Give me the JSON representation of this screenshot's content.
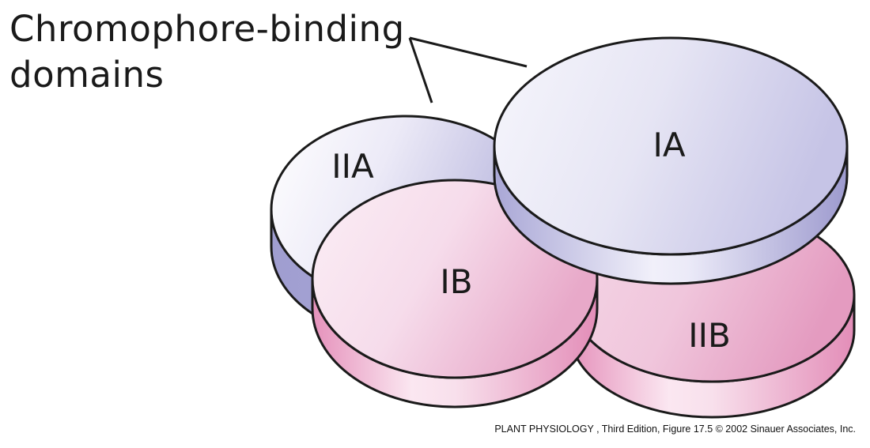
{
  "callout": {
    "line1": "Chromophore-binding",
    "line2": "domains"
  },
  "domains": {
    "IA": "IA",
    "IB": "IB",
    "IIA": "IIA",
    "IIB": "IIB"
  },
  "credit": "PLANT PHYSIOLOGY , Third Edition, Figure 17.5  © 2002 Sinauer Associates, Inc.",
  "colors": {
    "lavender_top": "#e9e9f6",
    "lavender_side": "#a4a2d2",
    "pink_top": "#f4d4e4",
    "pink_side": "#e28cb6",
    "outline": "#1a1a1a"
  }
}
